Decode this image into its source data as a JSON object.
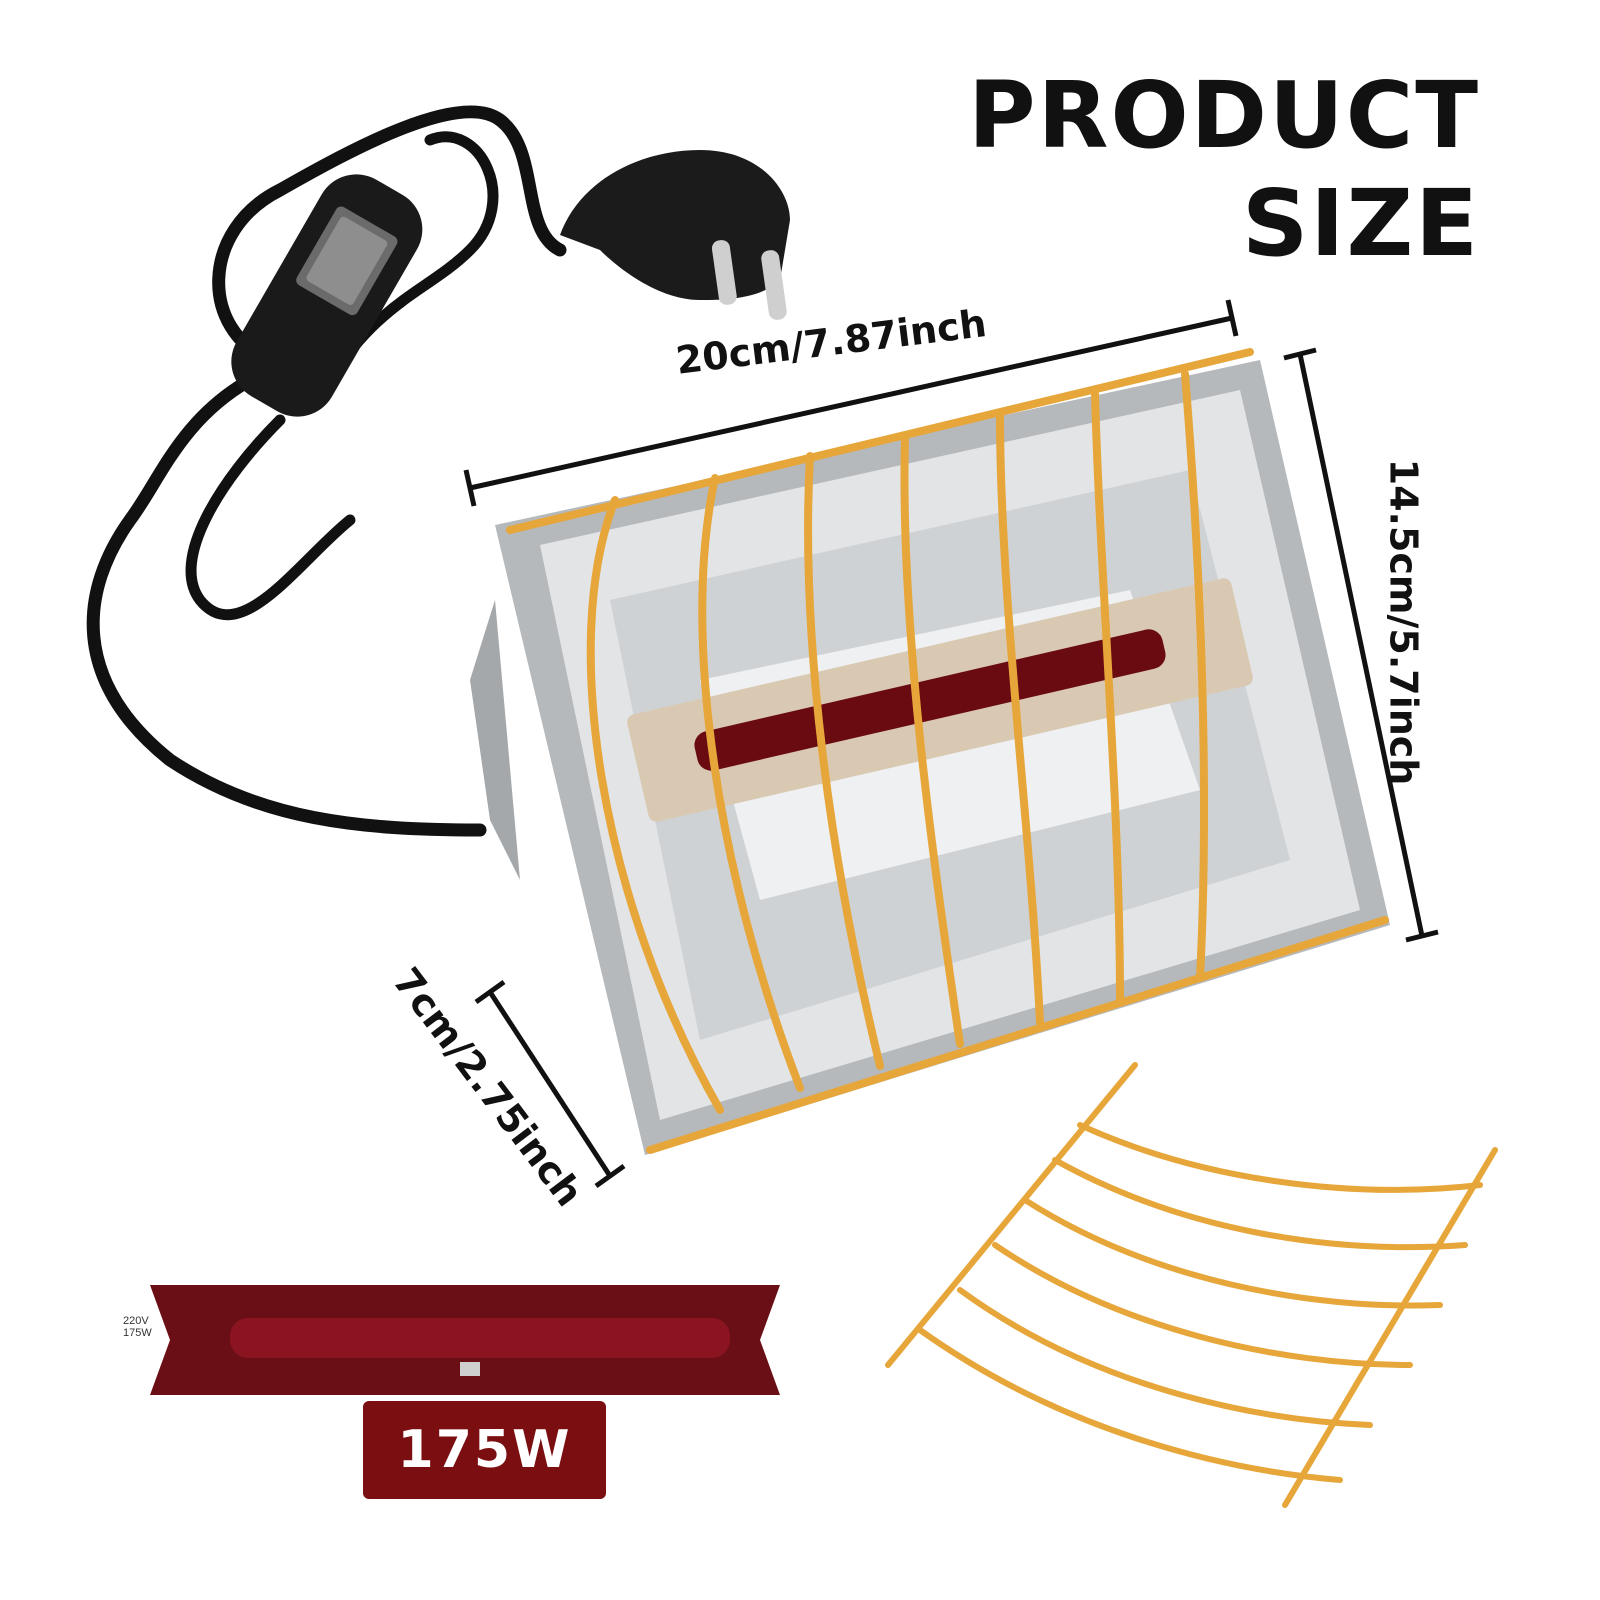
{
  "title": {
    "line1": "PRODUCT",
    "line2": "SIZE"
  },
  "dimensions": {
    "width": "20cm/7.87inch",
    "height": "14.5cm/5.7inch",
    "depth": "7cm/2.75inch"
  },
  "bulb": {
    "voltage": "220V",
    "wattage": "175W"
  },
  "power_badge": "175W",
  "colors": {
    "accent": "#e6a63a",
    "badge": "#7a0e10",
    "housing": "#b9bcbf"
  }
}
